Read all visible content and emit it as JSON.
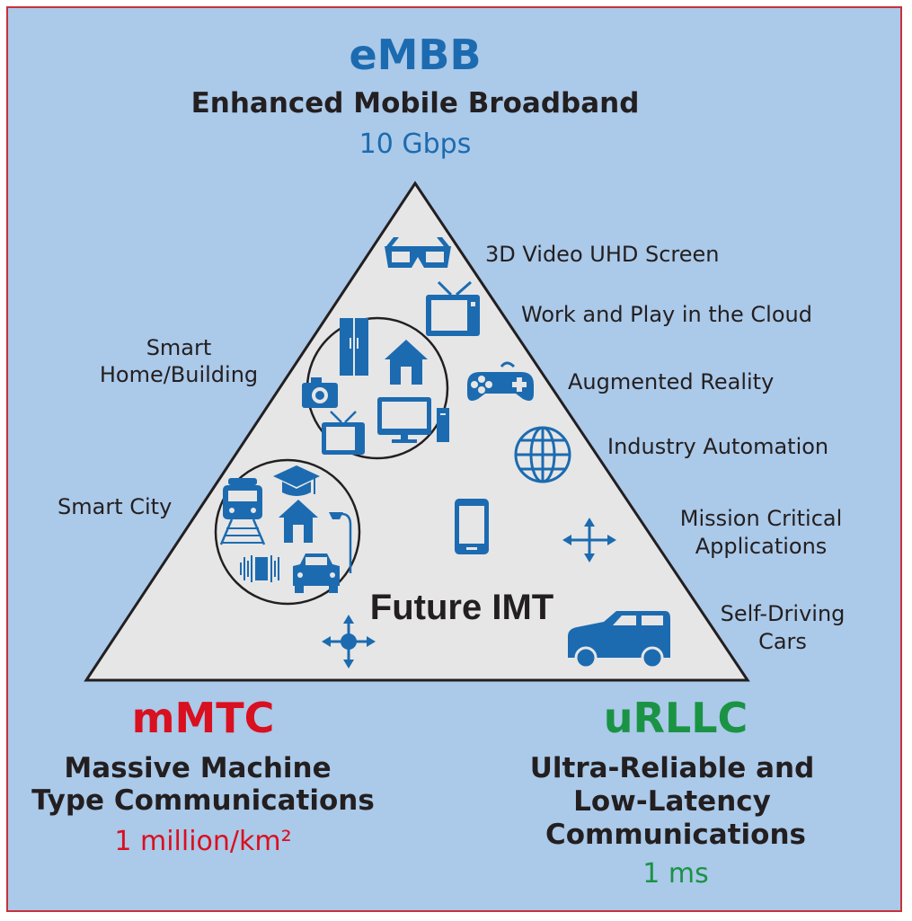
{
  "colors": {
    "background": "#abc9e9",
    "border": "#c8303b",
    "triangle_fill": "#e6e6e6",
    "icon_blue": "#1c6bb0",
    "embb": "#1c6bb0",
    "mmtc": "#d9101f",
    "urllc": "#1a9345",
    "text_dark": "#231f20"
  },
  "embb": {
    "title": "eMBB",
    "subtitle": "Enhanced Mobile Broadband",
    "value": "10 Gbps"
  },
  "mmtc": {
    "title": "mMTC",
    "subtitle_line1": "Massive Machine",
    "subtitle_line2": "Type Communications",
    "value": "1 million/km²"
  },
  "urllc": {
    "title": "uRLLC",
    "subtitle_line1": "Ultra-Reliable and",
    "subtitle_line2": "Low-Latency",
    "subtitle_line3": "Communications",
    "value": "1 ms"
  },
  "center_label": "Future IMT",
  "left_labels": {
    "smart_home_line1": "Smart",
    "smart_home_line2": "Home/Building",
    "smart_city": "Smart City"
  },
  "right_labels": {
    "video": "3D Video UHD Screen",
    "cloud": "Work and Play in the Cloud",
    "ar": "Augmented Reality",
    "industry": "Industry Automation",
    "mission_line1": "Mission Critical",
    "mission_line2": "Applications",
    "cars_line1": "Self-Driving",
    "cars_line2": "Cars"
  },
  "icons": [
    "3d-glasses-icon",
    "tv-icon",
    "game-controller-icon",
    "globe-icon",
    "smartphone-icon",
    "arrows-cross-icon",
    "suv-car-icon",
    "fridge-icon",
    "house-icon",
    "camera-icon",
    "monitor-icon",
    "train-icon",
    "graduation-cap-icon",
    "street-lamp-icon",
    "sound-wave-icon",
    "car-icon",
    "compass-arrows-icon"
  ]
}
